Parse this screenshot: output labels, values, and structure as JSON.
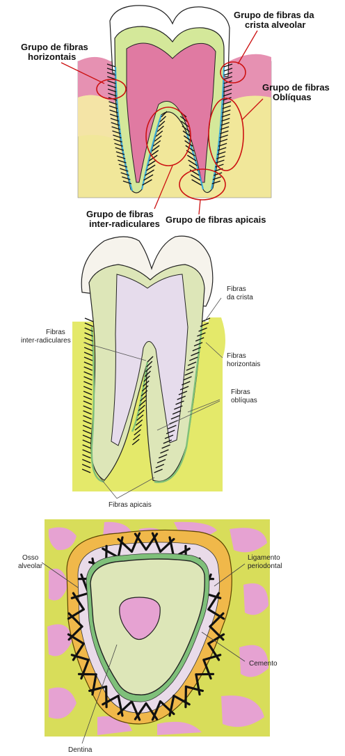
{
  "figure1": {
    "labels": {
      "crista_line1": "Grupo de fibras da",
      "crista_line2": "crista alveolar",
      "horizontais_line1": "Grupo de fibras",
      "horizontais_line2": "horizontais",
      "obliquas_line1": "Grupo de fibras",
      "obliquas_line2": "Oblíquas",
      "inter_line1": "Grupo de fibras",
      "inter_line2": "inter-radiculares",
      "apicais": "Grupo de fibras apicais"
    }
  },
  "figure2": {
    "labels": {
      "crista_line1": "Fibras",
      "crista_line2": "da crista",
      "inter_line1": "Fibras",
      "inter_line2": "inter-radiculares",
      "horizontais_line1": "Fibras",
      "horizontais_line2": "horizontais",
      "obliquas_line1": "Fibras",
      "obliquas_line2": "oblíquas",
      "apicais": "Fibras apicais"
    }
  },
  "figure3": {
    "labels": {
      "osso_line1": "Osso",
      "osso_line2": "alveolar",
      "ligamento_line1": "Ligamento",
      "ligamento_line2": "periodontal",
      "cemento": "Cemento",
      "dentina": "Dentina"
    }
  },
  "colors": {
    "enamel": "#ffffff",
    "dentin": "#d4e89a",
    "pulp": "#e07aa2",
    "gum": "#e691b2",
    "bone": "#f1e79a",
    "fiber": "#111111",
    "cementum": "#3ca9d6",
    "pointer": "#cc1111",
    "bone_green": "#e4e96a",
    "dentin_pale": "#dde6b8",
    "pulp_lilac": "#e6dcec",
    "cementum_green": "#7fc07a",
    "marrow_pink": "#e6a2d2",
    "bone_yellow": "#d8dd5a",
    "bone_orange": "#f0b84a"
  }
}
